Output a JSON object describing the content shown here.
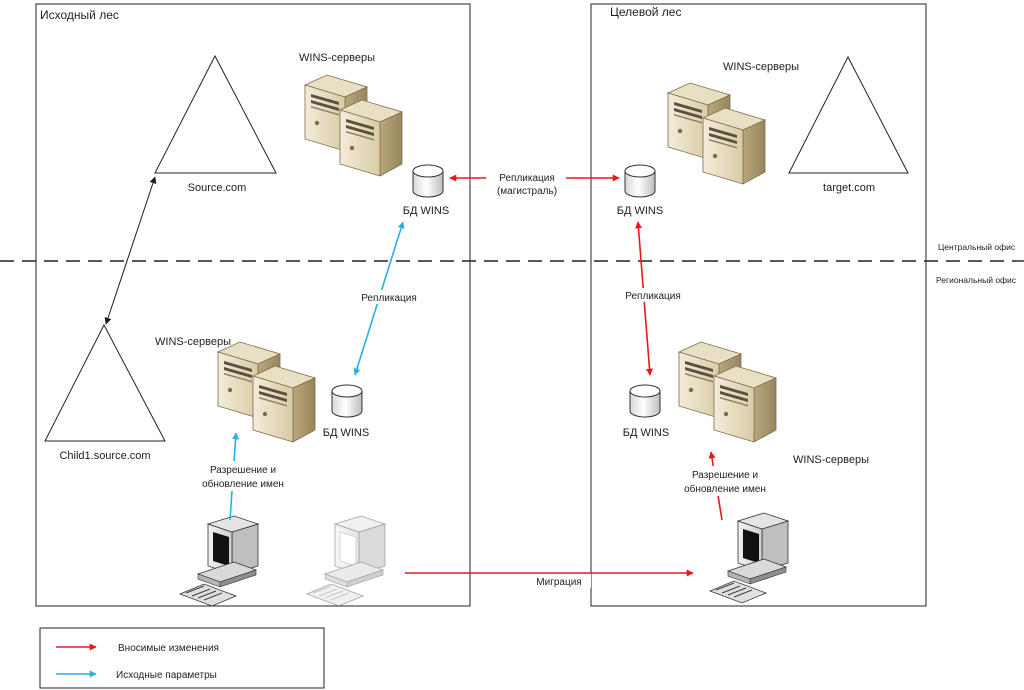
{
  "source_forest": {
    "title": "Исходный лес",
    "wins_servers_top": "WINS-серверы",
    "wins_servers_bottom": "WINS-серверы",
    "domain_root": "Source.com",
    "domain_child": "Child1.source.com",
    "wins_db_top": "БД WINS",
    "wins_db_bottom": "БД WINS",
    "replication": "Репликация",
    "resolution_line1": "Разрешение и",
    "resolution_line2": "обновление имен"
  },
  "target_forest": {
    "title": "Целевой лес",
    "wins_servers_top": "WINS-серверы",
    "wins_servers_bottom": "WINS-серверы",
    "domain_root": "target.com",
    "wins_db_top": "БД WINS",
    "wins_db_bottom": "БД WINS",
    "replication": "Репликация",
    "resolution_line1": "Разрешение и",
    "resolution_line2": "обновление имен"
  },
  "backbone": {
    "line1": "Репликация",
    "line2": "(магистраль)"
  },
  "migration": "Миграция",
  "office": {
    "central": "Центральный офис",
    "regional": "Региональный офис"
  },
  "legend": {
    "changes": "Вносимые изменения",
    "original": "Исходные параметры"
  },
  "colors": {
    "change": "#e8191e",
    "original": "#29aee6",
    "domain_link": "#1a1a1a"
  }
}
